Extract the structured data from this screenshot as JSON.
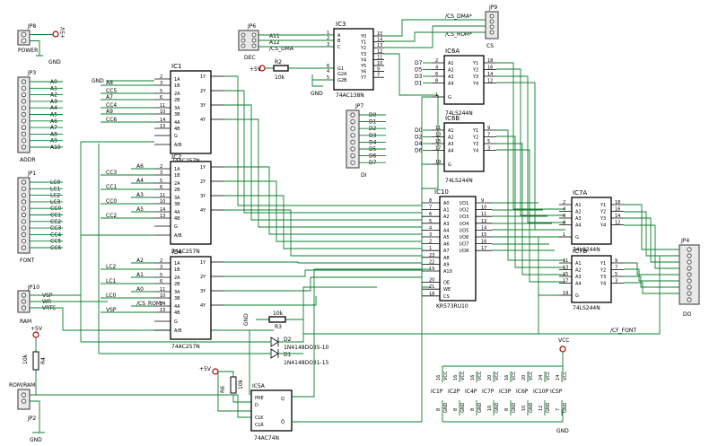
{
  "connectors": {
    "jp8": {
      "ref": "JP8",
      "name": "POWER",
      "vcc": "+5V",
      "gnd": "GND"
    },
    "jp3": {
      "ref": "JP3",
      "name": "ADDR",
      "pins": [
        "A0",
        "A1",
        "A2",
        "A3",
        "A4",
        "A5",
        "A6",
        "A7",
        "A8",
        "A9",
        "A10"
      ]
    },
    "jp1": {
      "ref": "JP1",
      "name": "FONT",
      "pins": [
        "LC0",
        "LC1",
        "LC2",
        "LC3",
        "CC0",
        "CC1",
        "CC2",
        "CC3",
        "CC4",
        "CC5",
        "CC6"
      ]
    },
    "jp10": {
      "ref": "JP10",
      "name": "RAM",
      "pins": [
        "VSP",
        "WR",
        "VRTC"
      ]
    },
    "jp2": {
      "ref": "JP2",
      "name": "ROM/RAM",
      "gnd": "GND"
    },
    "jp6": {
      "ref": "JP6",
      "name": "DEC"
    },
    "jp7": {
      "ref": "JP7",
      "name": "DI",
      "pins": [
        "D0",
        "D1",
        "D2",
        "D3",
        "D4",
        "D5",
        "D6",
        "D7"
      ]
    },
    "jp9": {
      "ref": "JP9",
      "name": "CS",
      "pins": [
        "/CS_DMA*",
        "/CS_ROM*"
      ]
    },
    "jp4": {
      "ref": "JP4",
      "name": "DO"
    }
  },
  "chips": {
    "ic1": {
      "ref": "IC1",
      "part": "74AC257N",
      "inputs": [
        "1A",
        "1B",
        "2A",
        "2B",
        "3A",
        "3B",
        "4A",
        "4B"
      ],
      "outputs": [
        "1Y",
        "2Y",
        "3Y",
        "4Y"
      ],
      "ctrl": [
        "G",
        "A/B"
      ],
      "signals": [
        "GND",
        "A8",
        "CC5",
        "A7",
        "CC4",
        "A9",
        "CC6"
      ]
    },
    "ic2": {
      "ref": "IC2",
      "part": "74AC257N",
      "inputs": [
        "1A",
        "1B",
        "2A",
        "2B",
        "3A",
        "3B",
        "4A",
        "4B"
      ],
      "outputs": [
        "1Y",
        "2Y",
        "3Y",
        "4Y"
      ],
      "ctrl": [
        "G",
        "A/B"
      ],
      "signals": [
        "A6",
        "CC3",
        "A4",
        "CC1",
        "A3",
        "CC0",
        "A5",
        "CC2"
      ]
    },
    "ic4": {
      "ref": "IC4",
      "part": "74AC257N",
      "inputs": [
        "1A",
        "1B",
        "2A",
        "2B",
        "3A",
        "3B",
        "4A",
        "4B"
      ],
      "outputs": [
        "1Y",
        "2Y",
        "3Y",
        "4Y"
      ],
      "ctrl": [
        "G",
        "A/B"
      ],
      "signals": [
        "A2",
        "LC2",
        "A1",
        "LC1",
        "A0",
        "LC0",
        "/CS_ROM*",
        "VSP"
      ]
    },
    "ic3": {
      "ref": "IC3",
      "part": "74AC138N",
      "inputs": [
        "A",
        "B",
        "C",
        "G1",
        "G2A",
        "G2B"
      ],
      "outputs": [
        "Y0",
        "Y1",
        "Y2",
        "Y3",
        "Y4",
        "Y5",
        "Y6",
        "Y7"
      ],
      "signals": [
        "A11",
        "A12",
        "/CS_DMA",
        "GND"
      ]
    },
    "ic6a": {
      "ref": "IC6A",
      "part": "74LS244N",
      "inputs": [
        "A1",
        "A2",
        "A3",
        "A4"
      ],
      "outputs": [
        "Y1",
        "Y2",
        "Y3",
        "Y4"
      ],
      "ctrl": [
        "G"
      ],
      "signals": [
        "D7",
        "D5",
        "D3",
        "D1"
      ]
    },
    "ic6b": {
      "ref": "IC6B",
      "part": "74LS244N",
      "inputs": [
        "A1",
        "A2",
        "A3",
        "A4"
      ],
      "outputs": [
        "Y1",
        "Y2",
        "Y3",
        "Y4"
      ],
      "ctrl": [
        "G"
      ],
      "signals": [
        "D0",
        "D2",
        "D4",
        "D6"
      ]
    },
    "ic10": {
      "ref": "IC10",
      "part": "KR573RU10",
      "inputs": [
        "A0",
        "A1",
        "A2",
        "A3",
        "A4",
        "A5",
        "A6",
        "A7",
        "A8",
        "A9",
        "A10",
        "OE",
        "WE",
        "CS"
      ],
      "outputs": [
        "I/O1",
        "I/O2",
        "I/O3",
        "I/O4",
        "I/O5",
        "I/O6",
        "I/O7",
        "I/O8"
      ]
    },
    "ic7a": {
      "ref": "IC7A",
      "part": "74LS244N",
      "inputs": [
        "A1",
        "A2",
        "A3",
        "A4"
      ],
      "outputs": [
        "Y1",
        "Y2",
        "Y3",
        "Y4"
      ],
      "ctrl": [
        "G"
      ]
    },
    "ic7b": {
      "ref": "IC7B",
      "part": "74LS244N",
      "inputs": [
        "A1",
        "A2",
        "A3",
        "A4"
      ],
      "outputs": [
        "Y1",
        "Y2",
        "Y3",
        "Y4"
      ],
      "ctrl": [
        "G"
      ]
    },
    "ic5a": {
      "ref": "IC5A",
      "part": "74AC74N",
      "pins": [
        "PRE",
        "D",
        "CLK",
        "CLR",
        "Q",
        "Q̅"
      ]
    }
  },
  "passives": {
    "r2": {
      "ref": "R2",
      "value": "10k"
    },
    "r3": {
      "ref": "R3",
      "value": "10k"
    },
    "r4": {
      "ref": "R4",
      "value": "10k"
    },
    "r6": {
      "ref": "R6",
      "value": "10k"
    },
    "d1": {
      "ref": "D1",
      "part": "1N4148DO31-15"
    },
    "d2": {
      "ref": "D2",
      "part": "1N4148DO35-10"
    }
  },
  "nets": {
    "cf_font": "/CF_FONT",
    "vcc": "+5V",
    "gnd": "GND"
  },
  "power_block": {
    "parts": [
      "IC1P",
      "IC2P",
      "IC4P",
      "IC7P",
      "IC3P",
      "IC6P",
      "IC10P",
      "IC5P"
    ],
    "top_pins": [
      "16",
      "16",
      "16",
      "20",
      "16",
      "20",
      "24",
      "14"
    ],
    "bottom_pins": [
      "8",
      "8",
      "8",
      "10",
      "8",
      "10",
      "12",
      "7"
    ],
    "vcc_label": "VCC",
    "gnd_label": "GND"
  }
}
